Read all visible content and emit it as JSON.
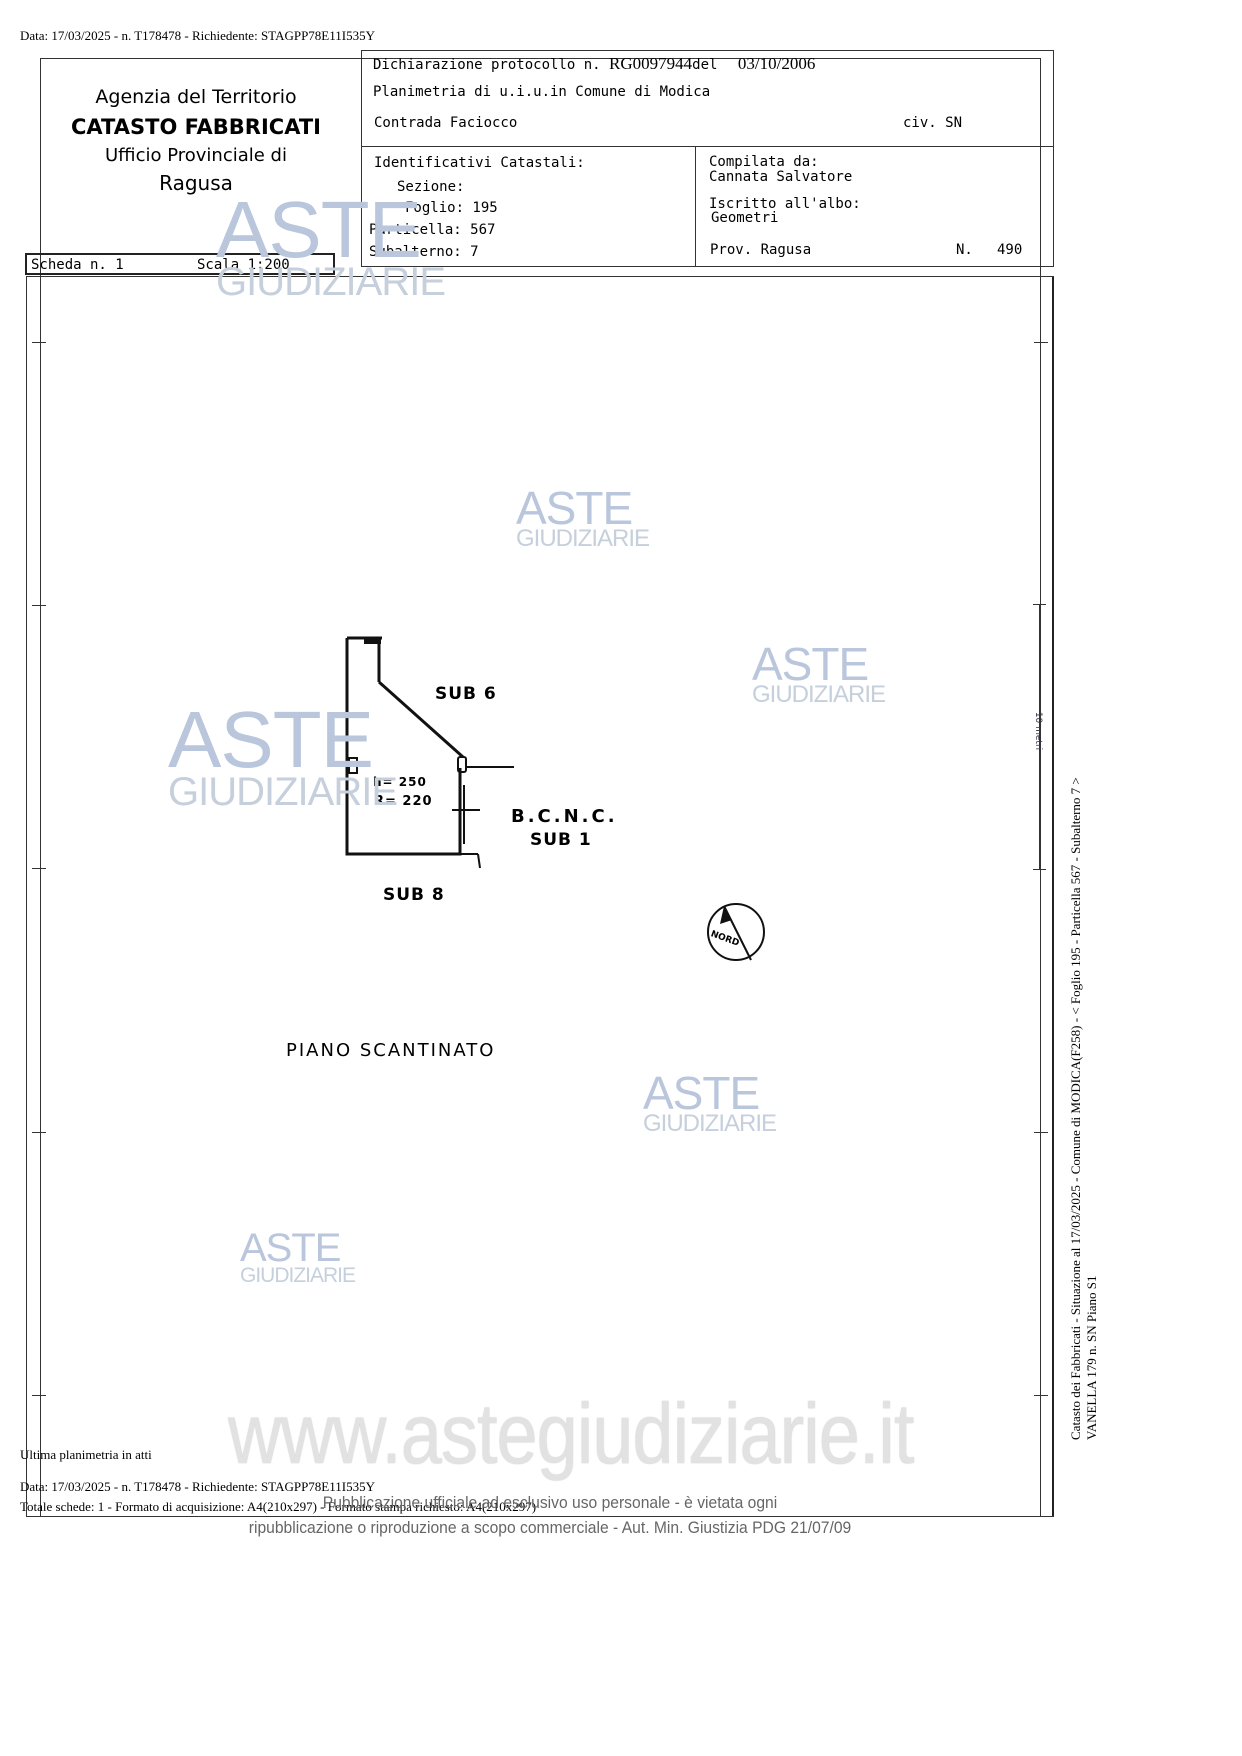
{
  "top_header": "Data: 17/03/2025 - n. T178478 - Richiedente: STAGPP78E11I535Y",
  "agency": {
    "line1": "Agenzia del Territorio",
    "line2": "CATASTO FABBRICATI",
    "line3": "Ufficio Provinciale di",
    "line4": "Ragusa"
  },
  "declaration": {
    "label": "Dichiarazione protocollo n.",
    "protocol": "RG0097944",
    "del_label": "del",
    "date": "03/10/2006",
    "planimetria": "Planimetria di u.i.u.in Comune di Modica",
    "address": "Contrada Faciocco",
    "civ": "civ. SN"
  },
  "identifiers": {
    "title": "Identificativi Catastali:",
    "sezione": "Sezione:",
    "foglio": "Foglio: 195",
    "particella": "Particella: 567",
    "subalterno": "Subalterno: 7"
  },
  "compiler": {
    "label": "Compilata da:",
    "name": "Cannata Salvatore",
    "albo_label": "Iscritto all'albo:",
    "albo": "Geometri",
    "prov": "Prov. Ragusa",
    "n_label": "N.",
    "n_value": "490"
  },
  "scheda": {
    "label": "Scheda n. 1",
    "scale": "Scala 1:200"
  },
  "plan": {
    "sub6": "SUB 6",
    "h_line1": "h= 250",
    "h_line2": "R= 220",
    "bcnc": "B.C.N.C.",
    "sub1": "SUB 1",
    "sub8": "SUB 8",
    "nord": "NORD",
    "floor": "PIANO SCANTINATO"
  },
  "dim_label": "10 metri",
  "side_text": {
    "line1": "Catasto dei Fabbricati - Situazione al 17/03/2025 - Comune di MODICA(F258) - < Foglio 195 - Particella 567 - Subalterno 7 >",
    "line2": "VANELLA 179 n. SN Piano S1"
  },
  "watermark": {
    "aste": "ASTE",
    "giudiziarie": "GIUDIZIARIE",
    "url": "www.astegiudiziarie.it",
    "notice1": "Pubblicazione ufficiale ad esclusivo uso personale - è vietata ogni",
    "notice2": "ripubblicazione o riproduzione a scopo commerciale - Aut. Min. Giustizia PDG 21/07/09"
  },
  "footer": {
    "ultima": "Ultima planimetria in atti",
    "data": "Data: 17/03/2025 - n. T178478 - Richiedente: STAGPP78E11I535Y",
    "totale": "Totale schede: 1 - Formato di acquisizione: A4(210x297) - Formato stampa richiesto: A4(210x297)"
  }
}
